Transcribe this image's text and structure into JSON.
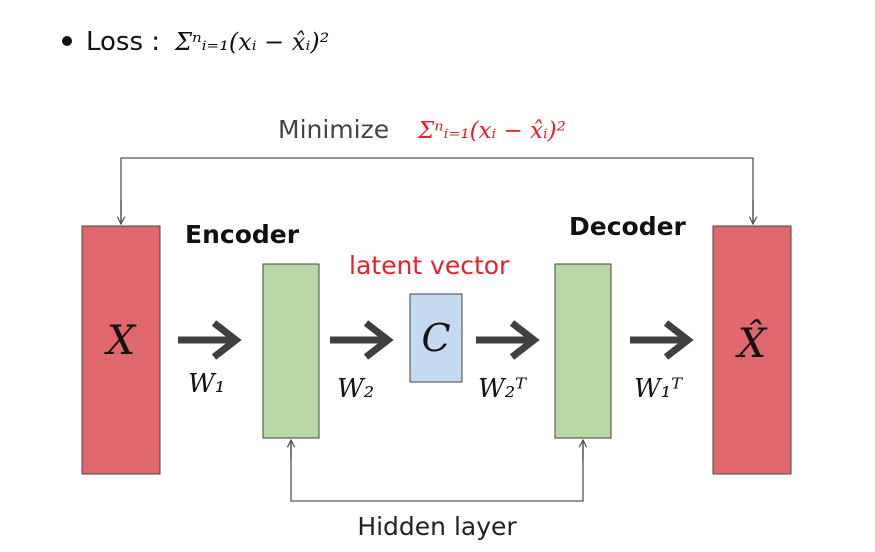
{
  "bullet": {
    "label": "Loss :",
    "formula": "Σⁿᵢ₌₁(xᵢ − x̂ᵢ)²"
  },
  "minimize": {
    "label": "Minimize",
    "formula": "Σⁿᵢ₌₁(xᵢ − x̂ᵢ)²"
  },
  "encoder": {
    "label": "Encoder"
  },
  "decoder": {
    "label": "Decoder"
  },
  "latent": {
    "label": "latent vector",
    "symbol": "C"
  },
  "input": {
    "symbol": "X"
  },
  "output": {
    "symbol": "X̂"
  },
  "weights": {
    "w1": "W₁",
    "w2": "W₂",
    "w2t": "W₂ᵀ",
    "w1t": "W₁ᵀ"
  },
  "hidden": {
    "label": "Hidden layer"
  },
  "colors": {
    "red_box": "#e0676b",
    "green_box": "#b8d8a6",
    "blue_box": "#c3daf0",
    "accent_red": "#e8202a",
    "arrow": "#404040"
  }
}
